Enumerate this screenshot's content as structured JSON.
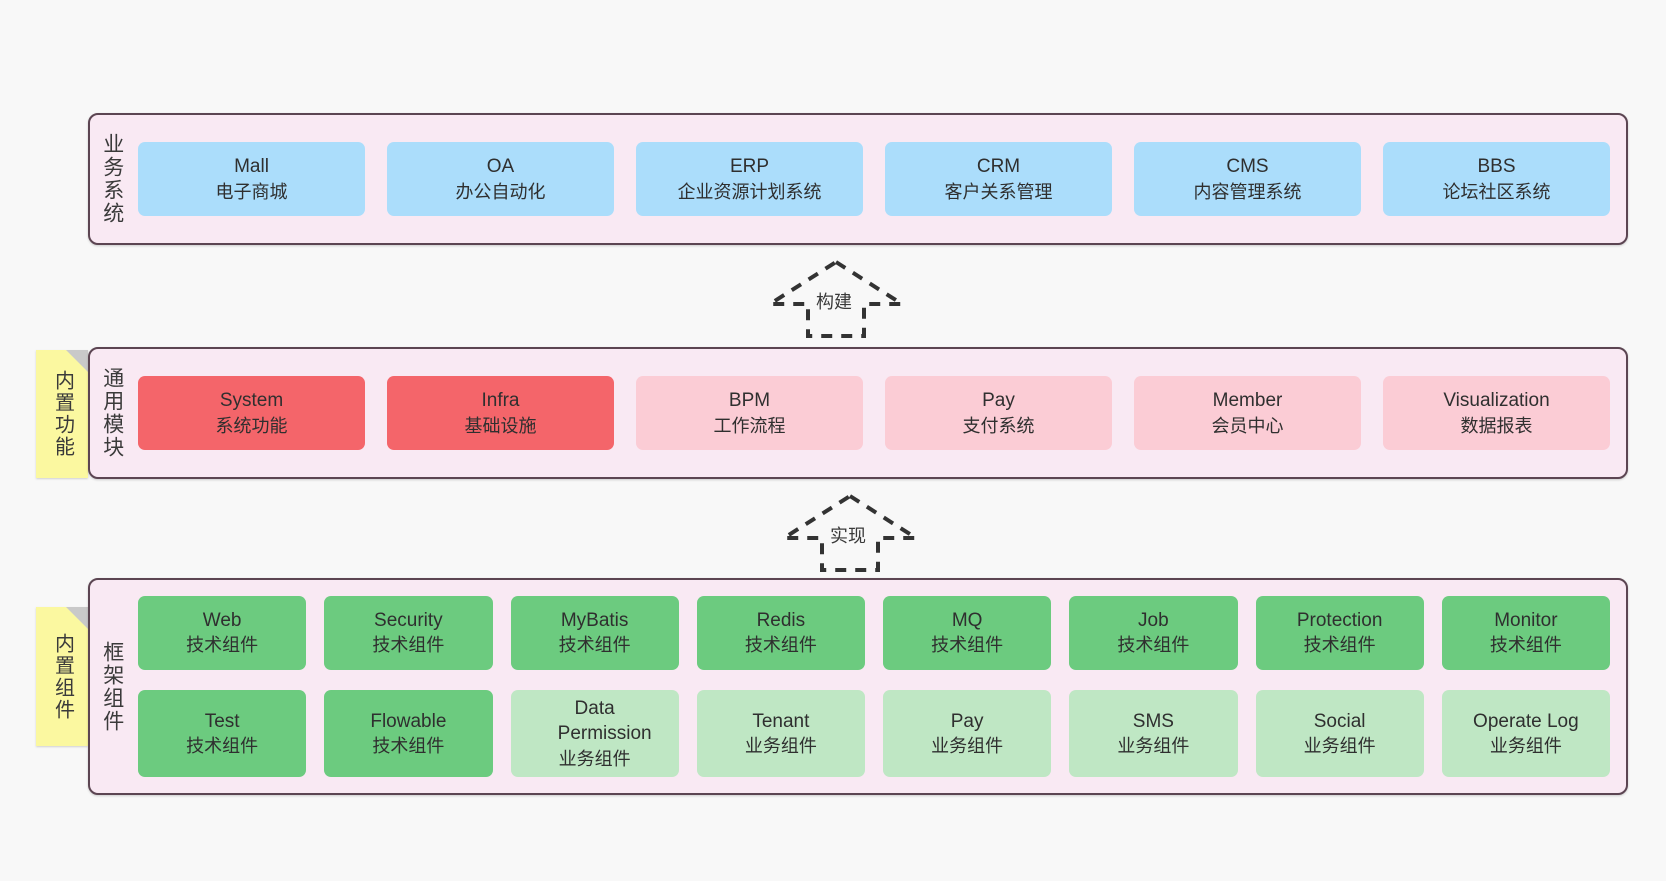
{
  "diagram": {
    "background_color": "#f8f8f8",
    "container_color": "#f9e9f3",
    "container_border_color": "#5c4552"
  },
  "layers": [
    {
      "id": "business-system",
      "title": "业务系统",
      "rows": [
        [
          {
            "name": "Mall",
            "sub": "电子商城",
            "color": "#abddfb",
            "tone": "blue"
          },
          {
            "name": "OA",
            "sub": "办公自动化",
            "color": "#abddfb",
            "tone": "blue"
          },
          {
            "name": "ERP",
            "sub": "企业资源计划系统",
            "color": "#abddfb",
            "tone": "blue"
          },
          {
            "name": "CRM",
            "sub": "客户关系管理",
            "color": "#abddfb",
            "tone": "blue"
          },
          {
            "name": "CMS",
            "sub": "内容管理系统",
            "color": "#abddfb",
            "tone": "blue"
          },
          {
            "name": "BBS",
            "sub": "论坛社区系统",
            "color": "#abddfb",
            "tone": "blue"
          }
        ]
      ]
    },
    {
      "id": "common-module",
      "title": "通用模块",
      "sticky": "内置功能",
      "rows": [
        [
          {
            "name": "System",
            "sub": "系统功能",
            "color": "#f4656a",
            "tone": "red"
          },
          {
            "name": "Infra",
            "sub": "基础设施",
            "color": "#f4656a",
            "tone": "red"
          },
          {
            "name": "BPM",
            "sub": "工作流程",
            "color": "#fbccd5",
            "tone": "pink"
          },
          {
            "name": "Pay",
            "sub": "支付系统",
            "color": "#fbccd5",
            "tone": "pink"
          },
          {
            "name": "Member",
            "sub": "会员中心",
            "color": "#fbccd5",
            "tone": "pink"
          },
          {
            "name": "Visualization",
            "sub": "数据报表",
            "color": "#fbccd5",
            "tone": "pink"
          }
        ]
      ]
    },
    {
      "id": "framework-component",
      "title": "框架组件",
      "sticky": "内置组件",
      "rows": [
        [
          {
            "name": "Web",
            "sub": "技术组件",
            "color": "#6ccb7f",
            "tone": "green"
          },
          {
            "name": "Security",
            "sub": "技术组件",
            "color": "#6ccb7f",
            "tone": "green"
          },
          {
            "name": "MyBatis",
            "sub": "技术组件",
            "color": "#6ccb7f",
            "tone": "green"
          },
          {
            "name": "Redis",
            "sub": "技术组件",
            "color": "#6ccb7f",
            "tone": "green"
          },
          {
            "name": "MQ",
            "sub": "技术组件",
            "color": "#6ccb7f",
            "tone": "green"
          },
          {
            "name": "Job",
            "sub": "技术组件",
            "color": "#6ccb7f",
            "tone": "green"
          },
          {
            "name": "Protection",
            "sub": "技术组件",
            "color": "#6ccb7f",
            "tone": "green"
          },
          {
            "name": "Monitor",
            "sub": "技术组件",
            "color": "#6ccb7f",
            "tone": "green"
          }
        ],
        [
          {
            "name": "Test",
            "sub": "技术组件",
            "color": "#6ccb7f",
            "tone": "green"
          },
          {
            "name": "Flowable",
            "sub": "技术组件",
            "color": "#6ccb7f",
            "tone": "green"
          },
          {
            "name": "Data Permission",
            "sub": "业务组件",
            "color": "#bfe7c4",
            "tone": "lightgreen"
          },
          {
            "name": "Tenant",
            "sub": "业务组件",
            "color": "#bfe7c4",
            "tone": "lightgreen"
          },
          {
            "name": "Pay",
            "sub": "业务组件",
            "color": "#bfe7c4",
            "tone": "lightgreen"
          },
          {
            "name": "SMS",
            "sub": "业务组件",
            "color": "#bfe7c4",
            "tone": "lightgreen"
          },
          {
            "name": "Social",
            "sub": "业务组件",
            "color": "#bfe7c4",
            "tone": "lightgreen"
          },
          {
            "name": "Operate Log",
            "sub": "业务组件",
            "color": "#bfe7c4",
            "tone": "lightgreen"
          }
        ]
      ]
    }
  ],
  "connectors": [
    {
      "id": "build",
      "label": "构建",
      "from": "common-module",
      "to": "business-system"
    },
    {
      "id": "implement",
      "label": "实现",
      "from": "framework-component",
      "to": "common-module"
    }
  ]
}
